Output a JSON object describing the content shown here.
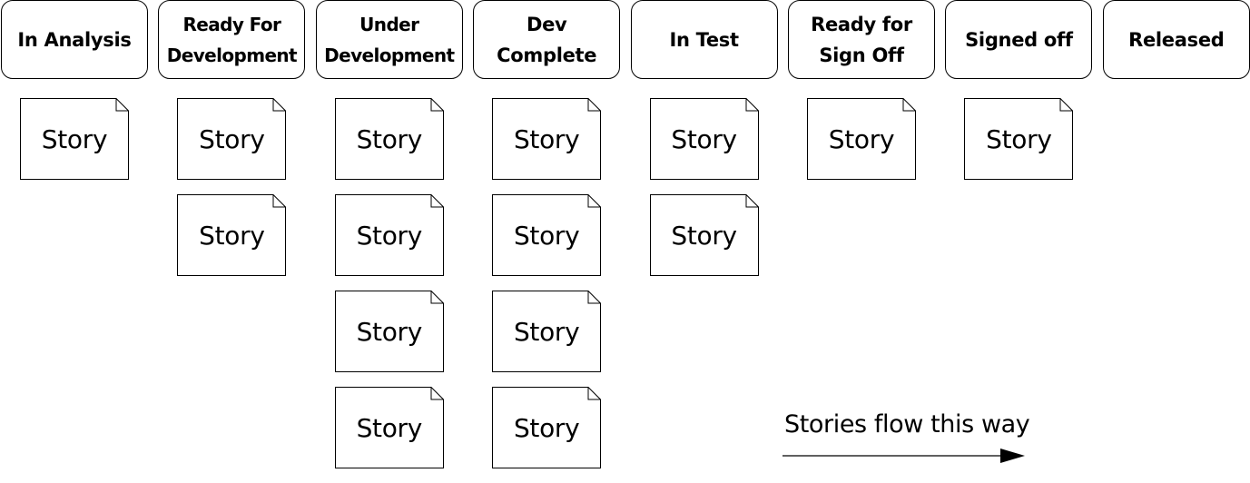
{
  "board": {
    "columns": [
      {
        "title": "In Analysis",
        "cards": [
          "Story"
        ]
      },
      {
        "title": "Ready For\nDevelopment",
        "cards": [
          "Story",
          "Story"
        ]
      },
      {
        "title": "Under\nDevelopment",
        "cards": [
          "Story",
          "Story",
          "Story",
          "Story"
        ]
      },
      {
        "title": "Dev\nComplete",
        "cards": [
          "Story",
          "Story",
          "Story",
          "Story"
        ]
      },
      {
        "title": "In Test",
        "cards": [
          "Story",
          "Story"
        ]
      },
      {
        "title": "Ready for\nSign Off",
        "cards": [
          "Story"
        ]
      },
      {
        "title": "Signed off",
        "cards": [
          "Story"
        ]
      },
      {
        "title": "Released",
        "cards": []
      }
    ]
  },
  "flow": {
    "label": "Stories flow this way",
    "direction": "right"
  },
  "colors": {
    "stroke": "#000000",
    "background": "#ffffff"
  },
  "icons": {
    "card": "folded-corner-note-icon",
    "flow": "arrow-right-icon"
  }
}
